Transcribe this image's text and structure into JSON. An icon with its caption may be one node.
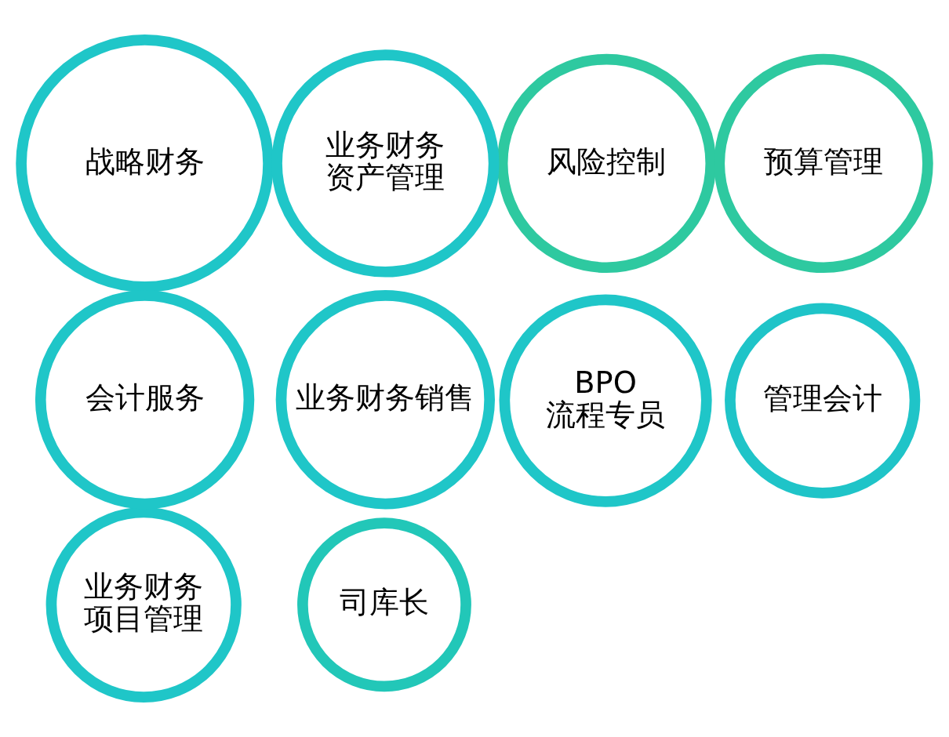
{
  "diagram": {
    "nodes": [
      {
        "text": [
          "风险控制"
        ]
      },
      {
        "text": [
          "预算管理"
        ]
      },
      {
        "text": [
          "管理会计"
        ]
      },
      {
        "text": [
          "司库长"
        ]
      },
      {
        "text": [
          "业务财务项目管理"
        ]
      },
      {
        "text": [
          "战略财务"
        ]
      },
      {
        "text": [
          "业务财务资产管理"
        ]
      },
      {
        "text": [
          "会计服务"
        ]
      },
      {
        "text": [
          "BPO流程专员"
        ]
      },
      {
        "text": [
          "业务财务销售"
        ]
      }
    ]
  }
}
